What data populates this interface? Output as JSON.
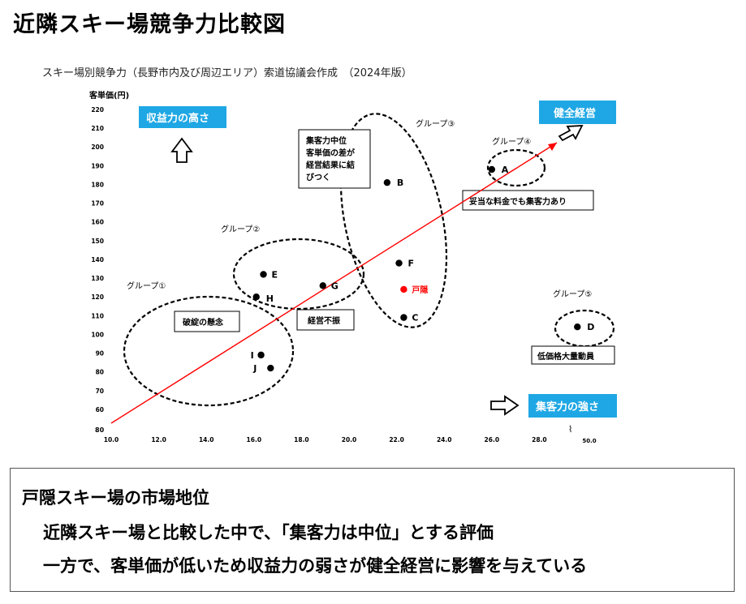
{
  "header": {
    "title": "近隣スキー場競争力比較図",
    "subtitle": "スキー場別競争力（長野市内及び周辺エリア）索道協議会作成　（2024年版）"
  },
  "chart_data": {
    "type": "scatter",
    "ylabel": "客単価(円)",
    "xlim": [
      10.0,
      30.0
    ],
    "ylim": [
      60,
      220
    ],
    "x_ticks": [
      "10.0",
      "12.0",
      "14.0",
      "16.0",
      "18.0",
      "20.0",
      "22.0",
      "24.0",
      "26.0",
      "28.0"
    ],
    "x_tick_extra": "50.0",
    "y_ticks": [
      "220",
      "210",
      "200",
      "190",
      "180",
      "170",
      "160",
      "150",
      "140",
      "130",
      "120",
      "110",
      "100",
      "90",
      "80",
      "70",
      "60"
    ],
    "y_origin_label": "80",
    "points": [
      {
        "label": "A",
        "x": 26.0,
        "y": 188,
        "color": "#000000"
      },
      {
        "label": "B",
        "x": 21.6,
        "y": 181,
        "color": "#000000"
      },
      {
        "label": "C",
        "x": 22.3,
        "y": 109,
        "color": "#000000"
      },
      {
        "label": "D",
        "x": 29.6,
        "y": 104,
        "color": "#000000"
      },
      {
        "label": "E",
        "x": 16.4,
        "y": 132,
        "color": "#000000"
      },
      {
        "label": "F",
        "x": 22.1,
        "y": 138,
        "color": "#000000"
      },
      {
        "label": "G",
        "x": 18.9,
        "y": 126,
        "color": "#000000"
      },
      {
        "label": "H",
        "x": 16.1,
        "y": 120,
        "color": "#000000"
      },
      {
        "label": "I",
        "x": 16.3,
        "y": 89,
        "color": "#000000"
      },
      {
        "label": "J",
        "x": 16.7,
        "y": 82,
        "color": "#000000"
      },
      {
        "label": "戸隠",
        "x": 22.3,
        "y": 124,
        "color": "#ff0000"
      }
    ],
    "groups": [
      "グループ①",
      "グループ②",
      "グループ③",
      "グループ④",
      "グループ⑤"
    ],
    "annotations": {
      "group3_note": [
        "集客力中位",
        "客単価の差が",
        "経営結果に結",
        "びつく"
      ],
      "group4_note": "妥当な料金でも集客力あり",
      "group5_note": "低価格大量動員",
      "group2_note": "経営不振",
      "group1_note": "破綻の懸念"
    },
    "axis_boxes": {
      "y_direction": "収益力の高さ",
      "x_direction": "集客力の強さ",
      "goal": "健全経営"
    },
    "colors": {
      "box": "#1ea7e4",
      "trend": "#ff0000",
      "highlight": "#ff0000"
    }
  },
  "summary": {
    "heading": "戸隠スキー場の市場地位",
    "line1": "近隣スキー場と比較した中で、「集客力は中位」とする評価",
    "line2": "一方で、客単価が低いため収益力の弱さが健全経営に影響を与えている"
  }
}
